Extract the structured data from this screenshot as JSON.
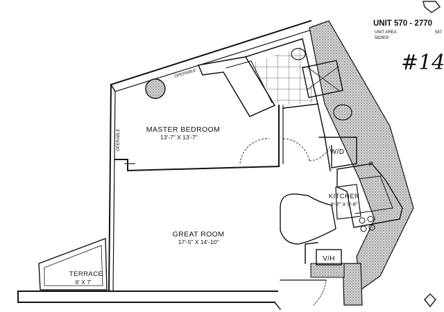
{
  "header": {
    "unit_title": "UNIT 570 - 2770",
    "unit_area_label": "UNIT AREA",
    "unit_area_value": "587",
    "sub_code": "582803",
    "handwritten_mark": "#14"
  },
  "rooms": {
    "master_bedroom": {
      "name": "MASTER BEDROOM",
      "dims": "13'-7\" X 13'-7\""
    },
    "great_room": {
      "name": "GREAT ROOM",
      "dims": "17'-5\" X 14'-10\""
    },
    "kitchen": {
      "name": "KITCHEN",
      "dims": "9'-7\" X 9'-8\""
    },
    "terrace": {
      "name": "TERRACE",
      "dims": "6' X 7'"
    }
  },
  "fixtures": {
    "washer_dryer": "W/D",
    "pantry": "P",
    "vh": "V/H",
    "operable_1": "OPERABLE",
    "operable_2": "OPERABLE"
  },
  "colors": {
    "line": "#111111",
    "hatch": "#555555",
    "paper": "#ffffff"
  }
}
